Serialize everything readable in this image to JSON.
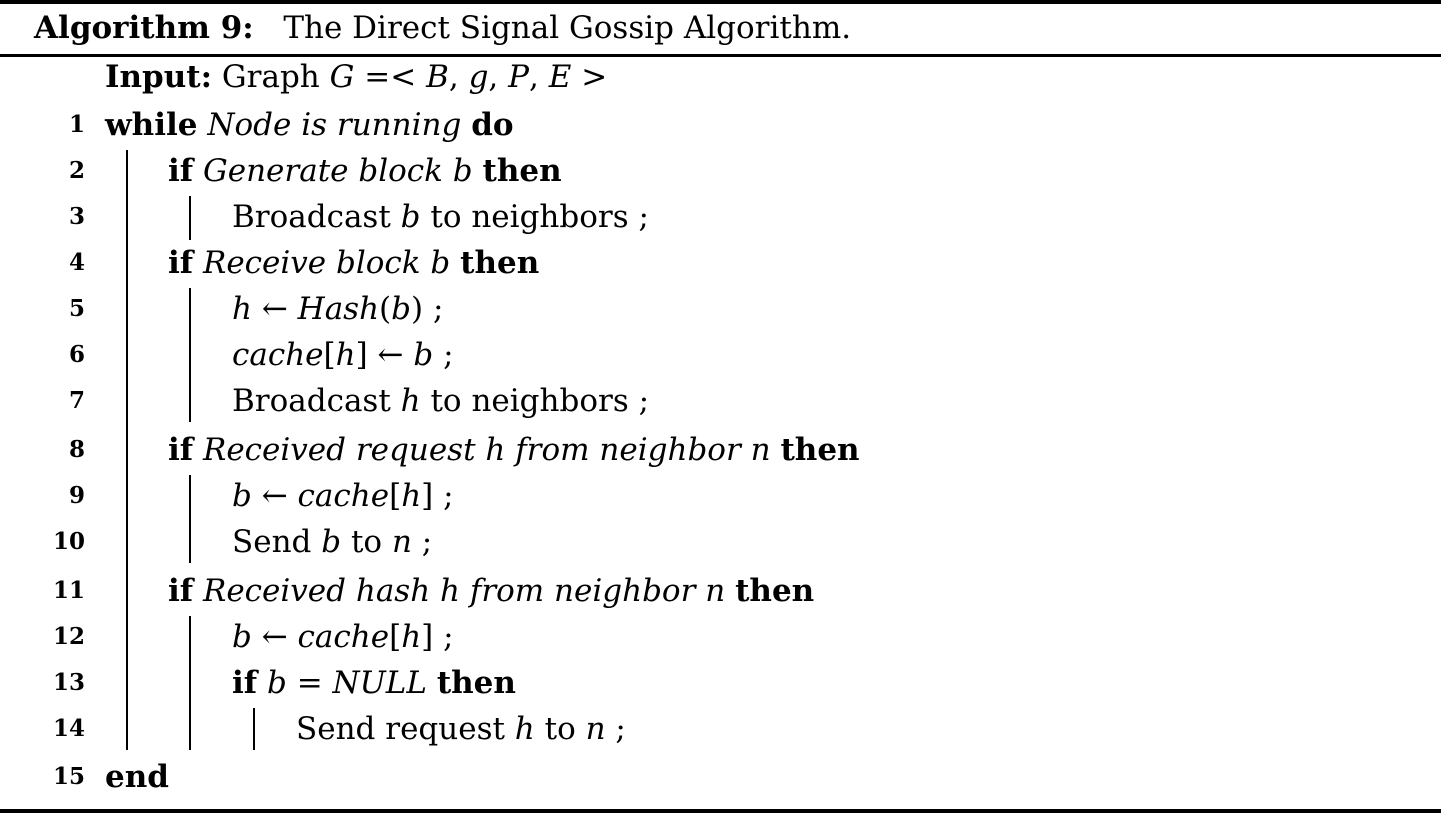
{
  "caption": {
    "label": "Algorithm 9:",
    "title": "The Direct Signal Gossip Algorithm."
  },
  "lines": [
    {
      "num": "",
      "indent": 0,
      "parts": [
        {
          "s": "kw",
          "t": "Input:"
        },
        {
          "s": "",
          "t": "  Graph "
        },
        {
          "s": "it",
          "t": "G"
        },
        {
          "s": "",
          "t": " =< "
        },
        {
          "s": "it",
          "t": "B"
        },
        {
          "s": "",
          "t": ", "
        },
        {
          "s": "it",
          "t": "g"
        },
        {
          "s": "",
          "t": ", "
        },
        {
          "s": "it",
          "t": "P"
        },
        {
          "s": "",
          "t": ", "
        },
        {
          "s": "it",
          "t": "E"
        },
        {
          "s": "",
          "t": " >"
        }
      ]
    },
    {
      "num": "1",
      "indent": 0,
      "parts": [
        {
          "s": "kw",
          "t": "while"
        },
        {
          "s": "",
          "t": " "
        },
        {
          "s": "it",
          "t": "Node is running"
        },
        {
          "s": "",
          "t": " "
        },
        {
          "s": "kw",
          "t": "do"
        }
      ]
    },
    {
      "num": "2",
      "indent": 1,
      "parts": [
        {
          "s": "kw",
          "t": "if"
        },
        {
          "s": "",
          "t": " "
        },
        {
          "s": "it",
          "t": "Generate block b"
        },
        {
          "s": "",
          "t": " "
        },
        {
          "s": "kw",
          "t": "then"
        }
      ]
    },
    {
      "num": "3",
      "indent": 2,
      "parts": [
        {
          "s": "",
          "t": "Broadcast "
        },
        {
          "s": "it",
          "t": "b"
        },
        {
          "s": "",
          "t": " to neighbors ;"
        }
      ]
    },
    {
      "num": "4",
      "indent": 1,
      "parts": [
        {
          "s": "kw",
          "t": "if"
        },
        {
          "s": "",
          "t": " "
        },
        {
          "s": "it",
          "t": "Receive block b"
        },
        {
          "s": "",
          "t": " "
        },
        {
          "s": "kw",
          "t": "then"
        }
      ]
    },
    {
      "num": "5",
      "indent": 2,
      "parts": [
        {
          "s": "it",
          "t": "h"
        },
        {
          "s": "",
          "t": " ← "
        },
        {
          "s": "it",
          "t": "Hash"
        },
        {
          "s": "",
          "t": "("
        },
        {
          "s": "it",
          "t": "b"
        },
        {
          "s": "",
          "t": ") ;"
        }
      ]
    },
    {
      "num": "6",
      "indent": 2,
      "parts": [
        {
          "s": "it",
          "t": "cache"
        },
        {
          "s": "",
          "t": "["
        },
        {
          "s": "it",
          "t": "h"
        },
        {
          "s": "",
          "t": "] ← "
        },
        {
          "s": "it",
          "t": "b"
        },
        {
          "s": "",
          "t": " ;"
        }
      ]
    },
    {
      "num": "7",
      "indent": 2,
      "parts": [
        {
          "s": "",
          "t": "Broadcast "
        },
        {
          "s": "it",
          "t": "h"
        },
        {
          "s": "",
          "t": " to neighbors ;"
        }
      ]
    },
    {
      "num": "8",
      "indent": 1,
      "parts": [
        {
          "s": "kw",
          "t": "if"
        },
        {
          "s": "",
          "t": " "
        },
        {
          "s": "it",
          "t": "Received request h from neighbor n"
        },
        {
          "s": "",
          "t": " "
        },
        {
          "s": "kw",
          "t": "then"
        }
      ]
    },
    {
      "num": "9",
      "indent": 2,
      "parts": [
        {
          "s": "it",
          "t": "b"
        },
        {
          "s": "",
          "t": " ← "
        },
        {
          "s": "it",
          "t": "cache"
        },
        {
          "s": "",
          "t": "["
        },
        {
          "s": "it",
          "t": "h"
        },
        {
          "s": "",
          "t": "] ;"
        }
      ]
    },
    {
      "num": "10",
      "indent": 2,
      "parts": [
        {
          "s": "",
          "t": "Send "
        },
        {
          "s": "it",
          "t": "b"
        },
        {
          "s": "",
          "t": " to "
        },
        {
          "s": "it",
          "t": "n"
        },
        {
          "s": "",
          "t": " ;"
        }
      ]
    },
    {
      "num": "11",
      "indent": 1,
      "parts": [
        {
          "s": "kw",
          "t": "if"
        },
        {
          "s": "",
          "t": " "
        },
        {
          "s": "it",
          "t": "Received hash h from neighbor n"
        },
        {
          "s": "",
          "t": " "
        },
        {
          "s": "kw",
          "t": "then"
        }
      ]
    },
    {
      "num": "12",
      "indent": 2,
      "parts": [
        {
          "s": "it",
          "t": "b"
        },
        {
          "s": "",
          "t": " ← "
        },
        {
          "s": "it",
          "t": "cache"
        },
        {
          "s": "",
          "t": "["
        },
        {
          "s": "it",
          "t": "h"
        },
        {
          "s": "",
          "t": "] ;"
        }
      ]
    },
    {
      "num": "13",
      "indent": 2,
      "parts": [
        {
          "s": "kw",
          "t": "if"
        },
        {
          "s": "",
          "t": "  "
        },
        {
          "s": "it",
          "t": "b"
        },
        {
          "s": "",
          "t": " = "
        },
        {
          "s": "it",
          "t": "NULL"
        },
        {
          "s": "",
          "t": " "
        },
        {
          "s": "kw",
          "t": "then"
        }
      ]
    },
    {
      "num": "14",
      "indent": 3,
      "parts": [
        {
          "s": "",
          "t": "Send request "
        },
        {
          "s": "it",
          "t": "h"
        },
        {
          "s": "",
          "t": " to "
        },
        {
          "s": "it",
          "t": "n"
        },
        {
          "s": "",
          "t": " ;"
        }
      ]
    },
    {
      "num": "15",
      "indent": 0,
      "parts": [
        {
          "s": "kw",
          "t": "end"
        }
      ]
    }
  ]
}
